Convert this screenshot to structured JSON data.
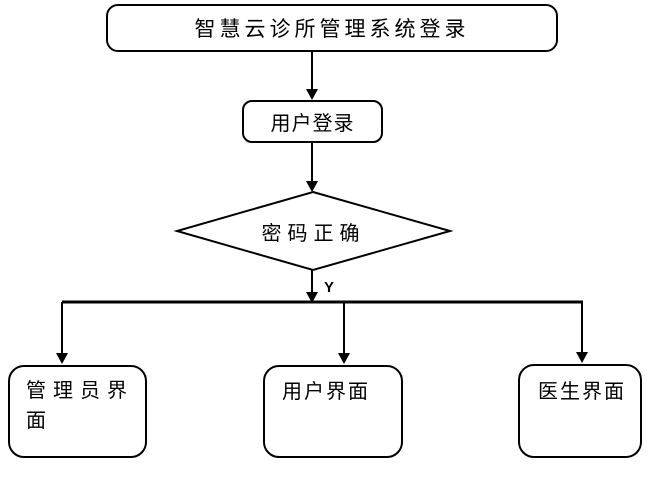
{
  "flowchart": {
    "start": {
      "label": "智慧云诊所管理系统登录"
    },
    "login": {
      "label": "用户登录"
    },
    "decision": {
      "label": "密码正确"
    },
    "yes_label": "Y",
    "branches": {
      "admin": {
        "line1": "管 理 员 界",
        "line2": "面"
      },
      "user": {
        "label": "用户界面"
      },
      "doctor": {
        "label": "医生界面"
      }
    },
    "colors": {
      "stroke": "#000000",
      "fill": "#ffffff",
      "text": "#000000",
      "background": "#ffffff"
    }
  }
}
